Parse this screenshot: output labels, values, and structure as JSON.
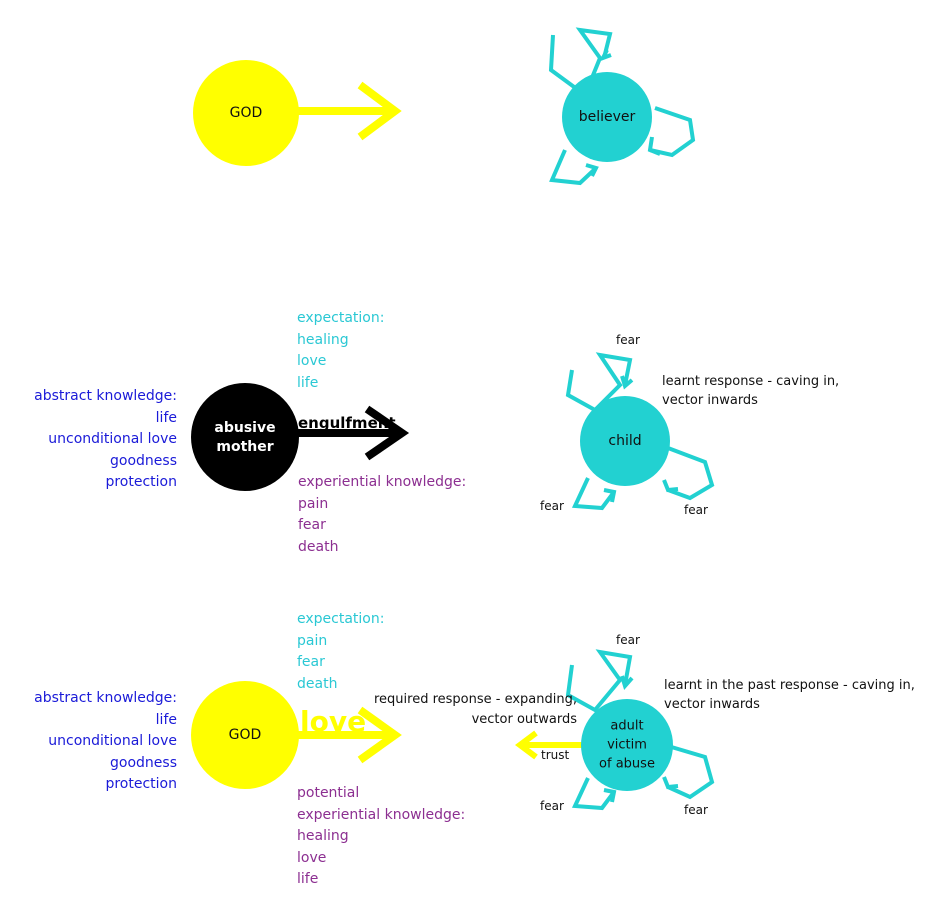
{
  "colors": {
    "god": "#ffff00",
    "cyan": "#22d1d1",
    "black": "#000000",
    "abstract_text": "#1a1ad8",
    "expectation_text": "#2ac8d4",
    "experiential_text": "#8c2f91"
  },
  "panel1": {
    "god_label": "GOD",
    "believer_label": "believer"
  },
  "panel2": {
    "mother_label_line1": "abusive",
    "mother_label_line2": "mother",
    "arrow_label": "engulfment",
    "child_label": "child",
    "expectation": [
      "expectation:",
      "healing",
      "love",
      "life"
    ],
    "abstract": [
      "abstract knowledge:",
      "life",
      "unconditional love",
      "goodness",
      "protection"
    ],
    "experiential": [
      "experiential knowledge:",
      "pain",
      "fear",
      "death"
    ],
    "fear_top": "fear",
    "fear_left": "fear",
    "fear_right": "fear",
    "response_line1": "learnt response - caving in,",
    "response_line2": "vector inwards"
  },
  "panel3": {
    "god_label": "GOD",
    "arrow_label": "love",
    "victim_line1": "adult",
    "victim_line2": "victim",
    "victim_line3": "of abuse",
    "trust_label": "trust",
    "expectation": [
      "expectation:",
      "pain",
      "fear",
      "death"
    ],
    "abstract": [
      "abstract knowledge:",
      "life",
      "unconditional love",
      "goodness",
      "protection"
    ],
    "potential": [
      "potential",
      "experiential knowledge:",
      "healing",
      "love",
      "life"
    ],
    "required_line1": "required response - expanding,",
    "required_line2": "vector outwards",
    "past_line1": "learnt in the past response - caving in,",
    "past_line2": "vector inwards",
    "fear_top": "fear",
    "fear_left": "fear",
    "fear_right": "fear"
  }
}
